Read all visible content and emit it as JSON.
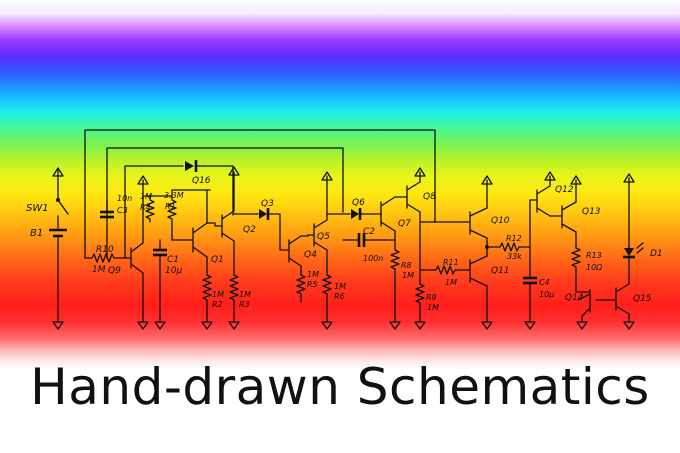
{
  "caption": "Hand-drawn Schematics",
  "labels": {
    "sw1": "SW1",
    "b1": "B1",
    "r10": "R10",
    "r10v": "1M",
    "q9": "Q9",
    "c3v": "10n",
    "c3": "C3",
    "r4v": "1M",
    "r4": "R4",
    "r1v": "3.3M",
    "r1": "R1",
    "q16": "Q16",
    "c1": "C1",
    "c1v": "10µ",
    "q1": "Q1",
    "r2v": "1M",
    "r2": "R2",
    "r3v": "1M",
    "r3": "R3",
    "q2": "Q2",
    "q3": "Q3",
    "q4": "Q4",
    "q5": "Q5",
    "r5v": "1M",
    "r5": "R5",
    "r6v": "1M",
    "r6": "R6",
    "q6": "Q6",
    "c2": "C2",
    "c2v": "100n",
    "q7": "Q7",
    "q8": "Q8",
    "r8": "R8",
    "r8v": "1M",
    "r9": "R9",
    "r9v": "1M",
    "r11": "R11",
    "r11v": "1M",
    "q10": "Q10",
    "q11": "Q11",
    "r12": "R12",
    "r12v": "33k",
    "c4": "C4",
    "c4v": "10µ",
    "q12": "Q12",
    "q13": "Q13",
    "r13": "R13",
    "r13v": "10Ω",
    "q14": "Q14",
    "q15": "Q15",
    "d1": "D1"
  }
}
